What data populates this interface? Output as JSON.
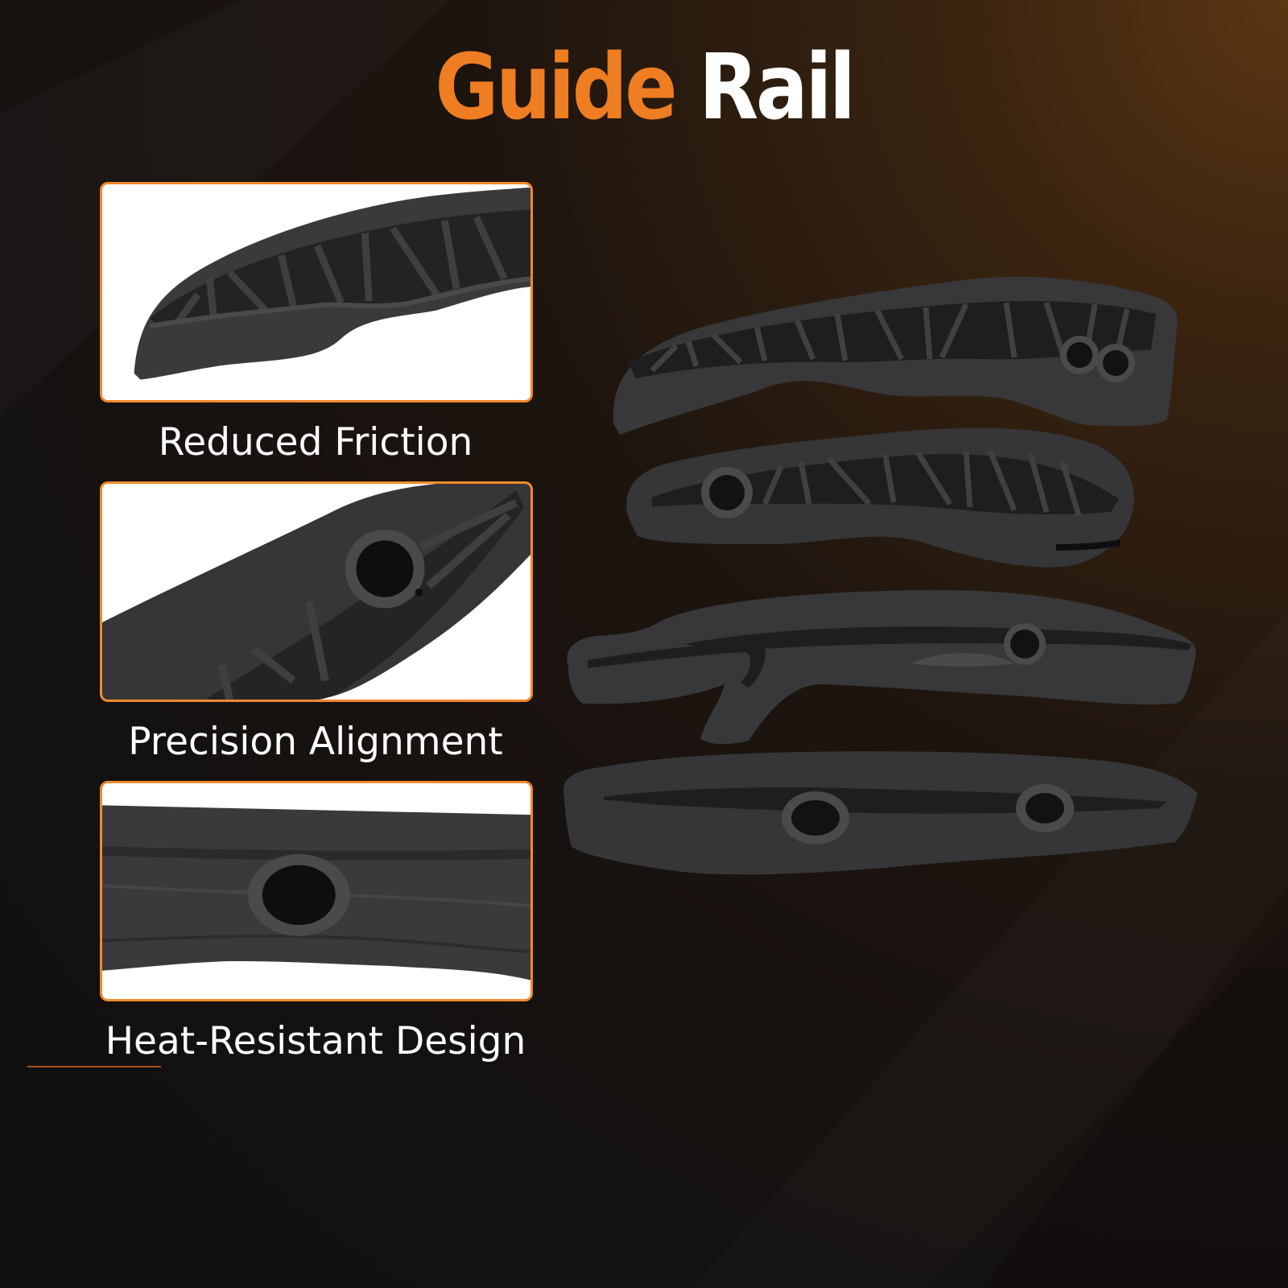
{
  "title": {
    "word1": "Guide",
    "word2": "Rail"
  },
  "features": [
    {
      "label": "Reduced Friction"
    },
    {
      "label": "Precision Alignment"
    },
    {
      "label": "Heat-Resistant Design"
    }
  ],
  "colors": {
    "accent": "#ef7d22",
    "panel_border": "#f08a2c",
    "part": "#38383a",
    "text": "#ffffff"
  }
}
